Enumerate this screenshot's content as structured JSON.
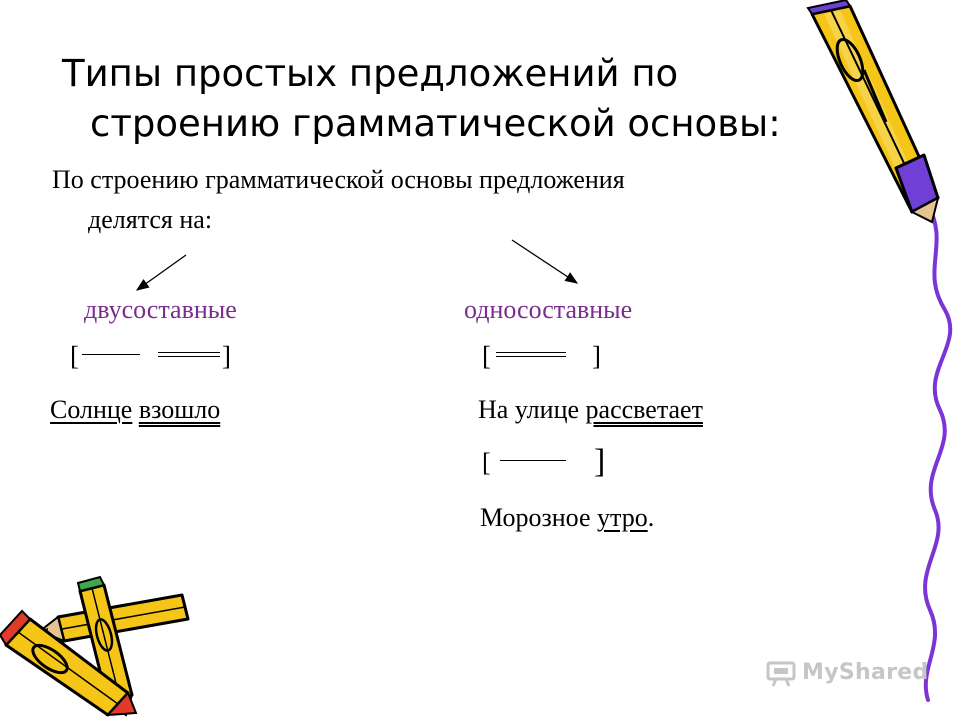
{
  "slide": {
    "title_line1": "Типы простых предложений по",
    "title_line2": "строению грамматической основы:",
    "intro_line1": "По строению грамматической основы предложения",
    "intro_line2": "делятся на:",
    "left": {
      "heading": "двусоставные",
      "scheme_open": "[",
      "scheme_close": "]",
      "example_subject": "Солнце",
      "example_predicate": "взошло"
    },
    "right": {
      "heading": "односоставные",
      "scheme1_open": "[",
      "scheme1_close": "]",
      "example1_prefix": "На улице ",
      "example1_predicate": "рассветает",
      "scheme2_open": "[",
      "scheme2_close": "]",
      "example2_prefix": "Морозное ",
      "example2_subject": "утро",
      "example2_suffix": "."
    }
  },
  "watermark": {
    "text": "MyShared"
  },
  "colors": {
    "heading_purple": "#7a2d8f",
    "pencil_yellow": "#f5c518",
    "pencil_purple": "#6f3fd6",
    "squiggle": "#7b35d6"
  },
  "icons": [
    "pencil-icon",
    "crossed-pencils-icon",
    "projector-icon"
  ]
}
